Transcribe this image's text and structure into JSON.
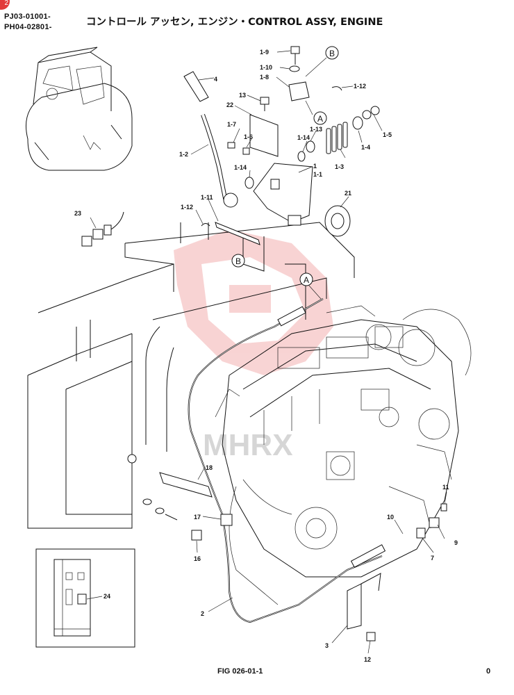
{
  "header": {
    "code_line_1": "PJ03-01001-",
    "code_line_2": "PH04-02801-",
    "title": "コントロール アッセン, エンジン・CONTROL ASSY, ENGINE",
    "badge": "2"
  },
  "callouts": {
    "A": "A",
    "B": "B"
  },
  "part_labels": {
    "p1_9": "1-9",
    "p1_10": "1-10",
    "p1_8": "1-8",
    "p1_12_top": "1-12",
    "p4": "4",
    "p13": "13",
    "p22": "22",
    "p1_7": "1-7",
    "p1_6": "1-6",
    "p1_13": "1-13",
    "p1_14_top": "1-14",
    "p1_14_mid": "1-14",
    "p1_2": "1-2",
    "p1": "1",
    "p1_1": "1-1",
    "p1_3": "1-3",
    "p1_4": "1-4",
    "p1_5": "1-5",
    "p21": "21",
    "p23": "23",
    "p1_11": "1-11",
    "p1_12_mid": "1-12",
    "p18": "18",
    "p17": "17",
    "p16": "16",
    "p11": "11",
    "p10": "10",
    "p9": "9",
    "p7": "7",
    "p24": "24",
    "p2": "2",
    "p3": "3",
    "p12": "12"
  },
  "watermark": "MHRX",
  "footer": {
    "figure": "FIG 026-01-1",
    "page": "0"
  }
}
